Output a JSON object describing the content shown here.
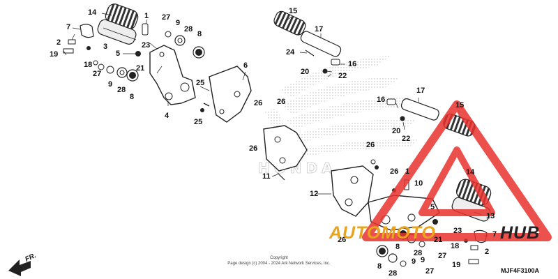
{
  "callouts": [
    {
      "id": "c14a",
      "label": "14"
    },
    {
      "id": "c1a",
      "label": "1"
    },
    {
      "id": "c27a",
      "label": "27"
    },
    {
      "id": "c9a",
      "label": "9"
    },
    {
      "id": "c28a",
      "label": "28"
    },
    {
      "id": "c8a",
      "label": "8"
    },
    {
      "id": "c7a",
      "label": "7"
    },
    {
      "id": "c3a",
      "label": "3"
    },
    {
      "id": "c5a",
      "label": "5"
    },
    {
      "id": "c2a",
      "label": "2"
    },
    {
      "id": "c19a",
      "label": "19"
    },
    {
      "id": "c23a",
      "label": "23"
    },
    {
      "id": "c18a",
      "label": "18"
    },
    {
      "id": "c21a",
      "label": "21"
    },
    {
      "id": "c27b",
      "label": "27"
    },
    {
      "id": "c9b",
      "label": "9"
    },
    {
      "id": "c28b",
      "label": "28"
    },
    {
      "id": "c8b",
      "label": "8"
    },
    {
      "id": "c4a",
      "label": "4"
    },
    {
      "id": "c25a",
      "label": "25"
    },
    {
      "id": "c25b",
      "label": "25"
    },
    {
      "id": "c6a",
      "label": "6"
    },
    {
      "id": "c15a",
      "label": "15"
    },
    {
      "id": "c17a",
      "label": "17"
    },
    {
      "id": "c24a",
      "label": "24"
    },
    {
      "id": "c16a",
      "label": "16"
    },
    {
      "id": "c20a",
      "label": "20"
    },
    {
      "id": "c22a",
      "label": "22"
    },
    {
      "id": "c26a",
      "label": "26"
    },
    {
      "id": "c26b",
      "label": "26"
    },
    {
      "id": "c26c",
      "label": "26"
    },
    {
      "id": "c11a",
      "label": "11"
    },
    {
      "id": "c16b",
      "label": "16"
    },
    {
      "id": "c17b",
      "label": "17"
    },
    {
      "id": "c15b",
      "label": "15"
    },
    {
      "id": "c20b",
      "label": "20"
    },
    {
      "id": "c22b",
      "label": "22"
    },
    {
      "id": "c26d",
      "label": "26"
    },
    {
      "id": "c26e",
      "label": "26"
    },
    {
      "id": "c1b",
      "label": "1"
    },
    {
      "id": "c10a",
      "label": "10"
    },
    {
      "id": "c12a",
      "label": "12"
    },
    {
      "id": "c14b",
      "label": "14"
    },
    {
      "id": "c5b",
      "label": "5"
    },
    {
      "id": "c13a",
      "label": "13"
    },
    {
      "id": "c26f",
      "label": "26"
    },
    {
      "id": "c23b",
      "label": "23"
    },
    {
      "id": "c7b",
      "label": "7"
    },
    {
      "id": "c21b",
      "label": "21"
    },
    {
      "id": "c8c",
      "label": "8"
    },
    {
      "id": "c28c",
      "label": "28"
    },
    {
      "id": "c9c",
      "label": "9"
    },
    {
      "id": "c27c",
      "label": "27"
    },
    {
      "id": "c18b",
      "label": "18"
    },
    {
      "id": "c2b",
      "label": "2"
    },
    {
      "id": "c8d",
      "label": "8"
    },
    {
      "id": "c28d",
      "label": "28"
    },
    {
      "id": "c9d",
      "label": "9"
    },
    {
      "id": "c27d",
      "label": "27"
    },
    {
      "id": "c19b",
      "label": "19"
    }
  ],
  "direction_label": "FR.",
  "copyright_line1": "Copyright",
  "copyright_line2": "Page design (c) 2004 - 2024 Ark Network Services, Inc.",
  "diagram_code": "MJF4F3100A",
  "watermark": {
    "part1": "AUTOMOTO",
    "part2": "HUB"
  },
  "colors": {
    "line": "#222222",
    "watermark_red": "#e8322e",
    "watermark_gold": "#e8a31f",
    "honda_dots": "#999999"
  }
}
